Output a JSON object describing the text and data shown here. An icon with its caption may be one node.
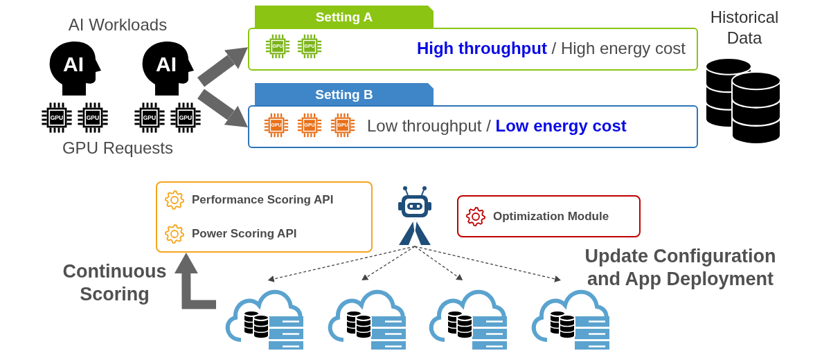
{
  "diagram": {
    "nodes": [
      {
        "text": [
          "AI Workloads",
          "GPU Requests"
        ]
      },
      {
        "text": [
          "Setting A",
          "**High throughput** / High energy cost"
        ]
      },
      {
        "text": [
          "Setting B",
          "Low throughput / **Low energy cost**"
        ]
      },
      {
        "text": [
          "Historical Data"
        ]
      },
      {
        "text": [
          "Performance Scoring API",
          "Power Scoring API"
        ]
      },
      {
        "text": [],
        "shape": "picture"
      },
      {
        "text": [
          "Optimization Module"
        ]
      },
      {
        "text": [],
        "shape": "cloud"
      },
      {
        "text": [],
        "shape": "cloud"
      },
      {
        "text": [],
        "shape": "cloud"
      },
      {
        "text": [],
        "shape": "cloud"
      }
    ],
    "edges": [
      {
        "from": 0,
        "to": 1,
        "arrow": "to",
        "style": "thick"
      },
      {
        "from": 0,
        "to": 2,
        "arrow": "to",
        "style": "thick"
      },
      {
        "from": 5,
        "to": 7,
        "arrow": "to",
        "style": "dashed"
      },
      {
        "from": 5,
        "to": 8,
        "arrow": "to",
        "style": "dashed"
      },
      {
        "from": 5,
        "to": 9,
        "arrow": "to",
        "style": "dashed"
      },
      {
        "from": 5,
        "to": 10,
        "arrow": "to",
        "style": "dashed"
      },
      {
        "from": null,
        "to": 4,
        "arrow": "to",
        "style": "thick"
      }
    ],
    "labels": [
      "GPU",
      "GPU",
      "AI",
      "AI",
      "GPU",
      "GPU",
      "GPU",
      "GPU",
      "GPU",
      "GPU",
      "GPU",
      "Continuous Scoring",
      "Update Configuration and App Deployment"
    ]
  }
}
